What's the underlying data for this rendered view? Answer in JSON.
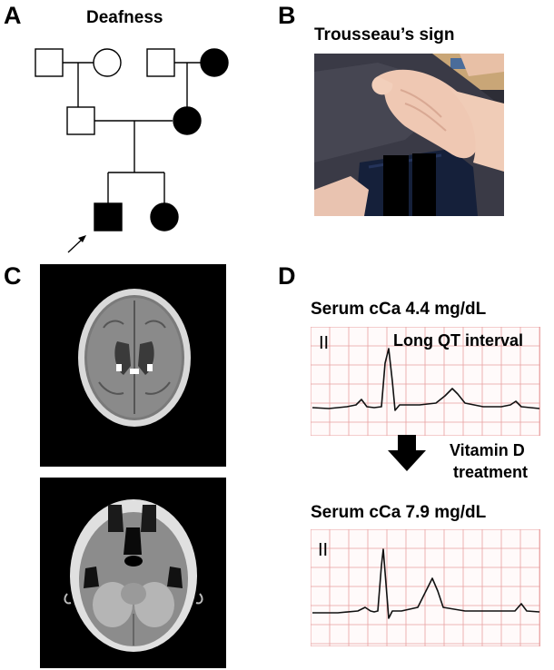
{
  "panel_a": {
    "letter": "A",
    "title": "Deafness"
  },
  "panel_b": {
    "letter": "B",
    "title": "Trousseau’s sign"
  },
  "panel_c": {
    "letter": "C"
  },
  "panel_d": {
    "letter": "D",
    "ecg_top": {
      "serum": "Serum cCa 4.4 mg/dL",
      "lead": "II",
      "annotation": "Long QT interval"
    },
    "treatment": {
      "line1": "Vitamin D",
      "line2": "treatment"
    },
    "ecg_bottom": {
      "serum": "Serum cCa 7.9 mg/dL",
      "lead": "II"
    },
    "grid_color": "#e8a0a0"
  }
}
